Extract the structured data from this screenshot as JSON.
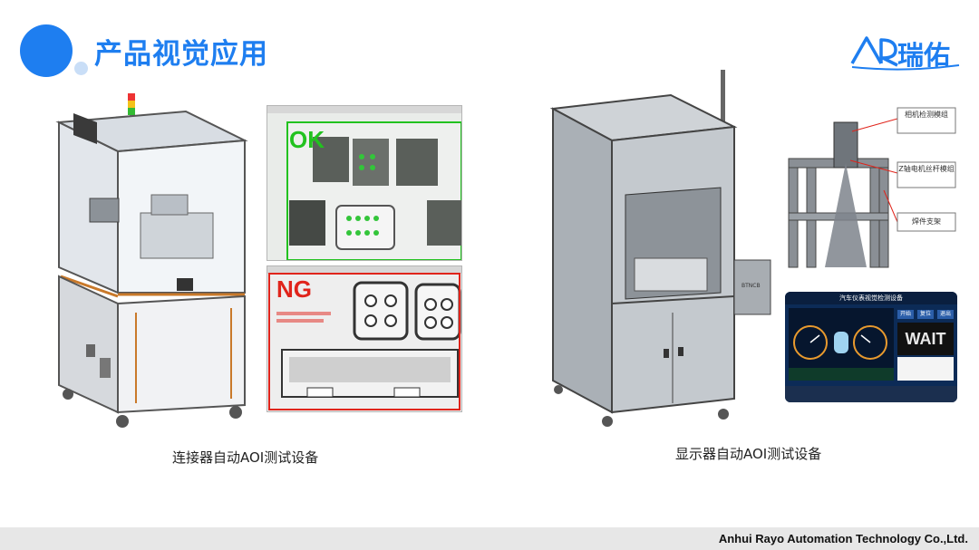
{
  "header": {
    "title": "产品视觉应用",
    "logo_text": "瑞佑"
  },
  "left": {
    "caption": "连接器自动AOI测试设备",
    "ok_label": "OK",
    "ng_label": "NG"
  },
  "right": {
    "caption": "显示器自动AOI测试设备",
    "callouts": [
      "相机检测模组",
      "Z轴电机丝杆模组",
      "焊件支架"
    ],
    "panel_label": "BTNCB",
    "dashboard": {
      "title": "汽车仪表视觉检测设备",
      "buttons": [
        "开始",
        "复位",
        "退出"
      ],
      "status": "WAIT"
    }
  },
  "footer": {
    "company": "Anhui Rayo Automation Technology Co.,Ltd."
  },
  "colors": {
    "accent": "#1e7ef0",
    "ok_green": "#22c21f",
    "ng_red": "#e0241b"
  }
}
